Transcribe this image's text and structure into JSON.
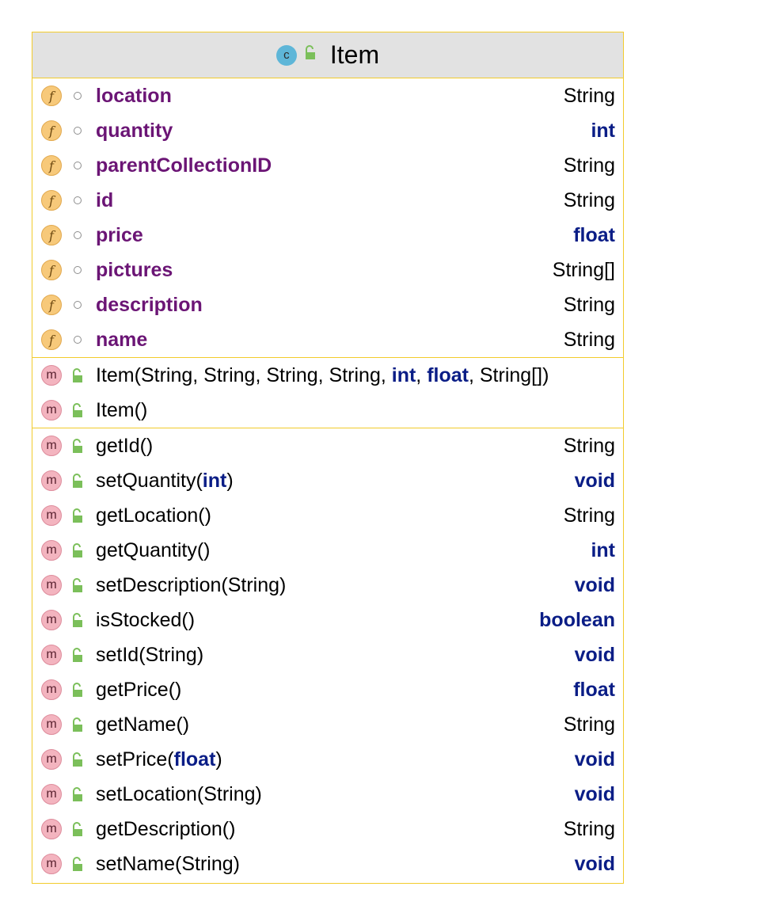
{
  "class": {
    "icon_letter": "c",
    "name": "Item",
    "icon": "class-icon",
    "visibility_icon": "lock-open-icon"
  },
  "colors": {
    "border": "#f2cb2c",
    "header_bg": "#e2e2e2",
    "field_name": "#6b1575",
    "keyword": "#0a1d86",
    "field_badge": "#f7c97a",
    "method_badge": "#f3b4bf",
    "class_badge": "#5eb6d8",
    "lock": "#7bbf5a"
  },
  "badges": {
    "field": "f",
    "method": "m"
  },
  "fields": [
    {
      "name": "location",
      "type": "String",
      "keyword": false
    },
    {
      "name": "quantity",
      "type": "int",
      "keyword": true
    },
    {
      "name": "parentCollectionID",
      "type": "String",
      "keyword": false
    },
    {
      "name": "id",
      "type": "String",
      "keyword": false
    },
    {
      "name": "price",
      "type": "float",
      "keyword": true
    },
    {
      "name": "pictures",
      "type": "String[]",
      "keyword": false
    },
    {
      "name": "description",
      "type": "String",
      "keyword": false
    },
    {
      "name": "name",
      "type": "String",
      "keyword": false
    }
  ],
  "constructors": [
    {
      "signature": [
        {
          "t": "Item(String, String, String, String, ",
          "kw": false
        },
        {
          "t": "int",
          "kw": true
        },
        {
          "t": ", ",
          "kw": false
        },
        {
          "t": "float",
          "kw": true
        },
        {
          "t": ", String[])",
          "kw": false
        }
      ]
    },
    {
      "signature": [
        {
          "t": "Item()",
          "kw": false
        }
      ]
    }
  ],
  "methods": [
    {
      "signature": [
        {
          "t": "getId()",
          "kw": false
        }
      ],
      "type": "String",
      "keyword": false
    },
    {
      "signature": [
        {
          "t": "setQuantity(",
          "kw": false
        },
        {
          "t": "int",
          "kw": true
        },
        {
          "t": ")",
          "kw": false
        }
      ],
      "type": "void",
      "keyword": true
    },
    {
      "signature": [
        {
          "t": "getLocation()",
          "kw": false
        }
      ],
      "type": "String",
      "keyword": false
    },
    {
      "signature": [
        {
          "t": "getQuantity()",
          "kw": false
        }
      ],
      "type": "int",
      "keyword": true
    },
    {
      "signature": [
        {
          "t": "setDescription(String)",
          "kw": false
        }
      ],
      "type": "void",
      "keyword": true
    },
    {
      "signature": [
        {
          "t": "isStocked()",
          "kw": false
        }
      ],
      "type": "boolean",
      "keyword": true
    },
    {
      "signature": [
        {
          "t": "setId(String)",
          "kw": false
        }
      ],
      "type": "void",
      "keyword": true
    },
    {
      "signature": [
        {
          "t": "getPrice()",
          "kw": false
        }
      ],
      "type": "float",
      "keyword": true
    },
    {
      "signature": [
        {
          "t": "getName()",
          "kw": false
        }
      ],
      "type": "String",
      "keyword": false
    },
    {
      "signature": [
        {
          "t": "setPrice(",
          "kw": false
        },
        {
          "t": "float",
          "kw": true
        },
        {
          "t": ")",
          "kw": false
        }
      ],
      "type": "void",
      "keyword": true
    },
    {
      "signature": [
        {
          "t": "setLocation(String)",
          "kw": false
        }
      ],
      "type": "void",
      "keyword": true
    },
    {
      "signature": [
        {
          "t": "getDescription()",
          "kw": false
        }
      ],
      "type": "String",
      "keyword": false
    },
    {
      "signature": [
        {
          "t": "setName(String)",
          "kw": false
        }
      ],
      "type": "void",
      "keyword": true
    }
  ]
}
